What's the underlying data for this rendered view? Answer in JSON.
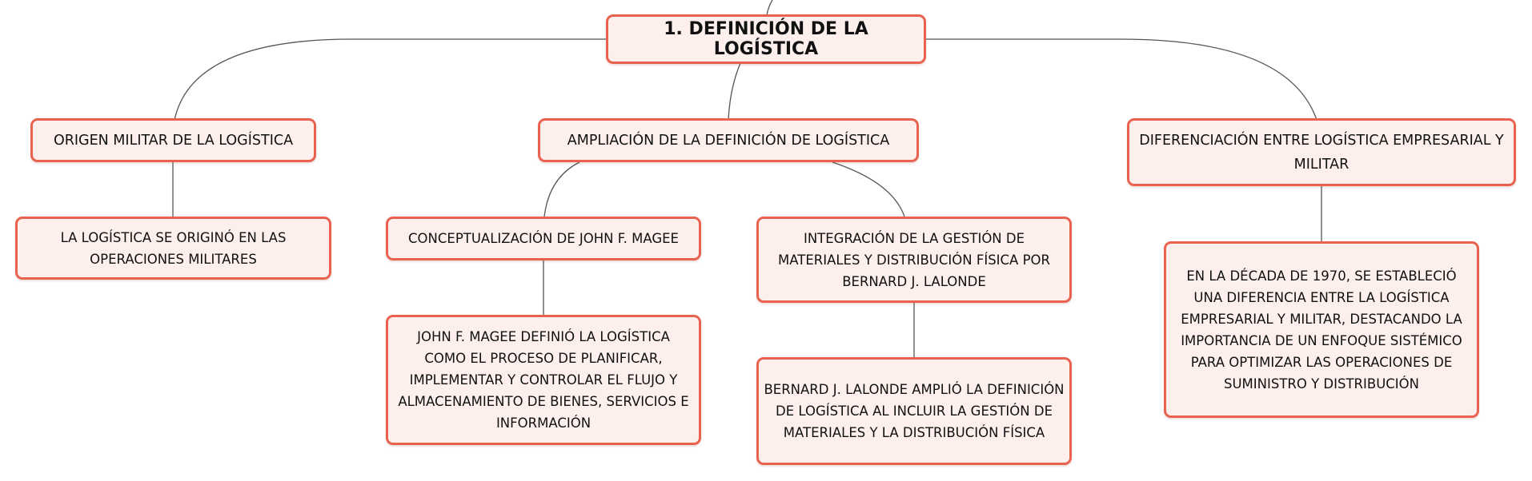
{
  "mindmap": {
    "colors": {
      "border": "#e8624f",
      "fill": "#fdf0ec",
      "line": "#555555"
    },
    "root": {
      "label": "1. DEFINICIÓN DE LA LOGÍSTICA"
    },
    "branches": {
      "origen": {
        "label": "ORIGEN MILITAR DE LA LOGÍSTICA",
        "child": "LA LOGÍSTICA SE ORIGINÓ EN LAS OPERACIONES MILITARES"
      },
      "ampliacion": {
        "label": "AMPLIACIÓN DE LA DEFINICIÓN DE LOGÍSTICA",
        "magee": {
          "label": "CONCEPTUALIZACIÓN DE JOHN F. MAGEE",
          "child": "JOHN F. MAGEE DEFINIÓ LA LOGÍSTICA COMO EL PROCESO DE PLANIFICAR, IMPLEMENTAR Y CONTROLAR EL FLUJO Y ALMACENAMIENTO DE BIENES, SERVICIOS E INFORMACIÓN"
        },
        "lalonde": {
          "label": "INTEGRACIÓN DE LA GESTIÓN DE MATERIALES Y DISTRIBUCIÓN FÍSICA POR BERNARD J. LALONDE",
          "child": "BERNARD J. LALONDE AMPLIÓ LA DEFINICIÓN DE LOGÍSTICA AL INCLUIR LA GESTIÓN DE MATERIALES Y LA DISTRIBUCIÓN FÍSICA"
        }
      },
      "diferenciacion": {
        "label": "DIFERENCIACIÓN ENTRE LOGÍSTICA EMPRESARIAL Y MILITAR",
        "child": "EN LA DÉCADA DE 1970, SE ESTABLECIÓ UNA DIFERENCIA ENTRE LA LOGÍSTICA EMPRESARIAL Y MILITAR, DESTACANDO LA IMPORTANCIA DE UN ENFOQUE SISTÉMICO PARA OPTIMIZAR LAS OPERACIONES DE SUMINISTRO Y DISTRIBUCIÓN"
      }
    }
  }
}
